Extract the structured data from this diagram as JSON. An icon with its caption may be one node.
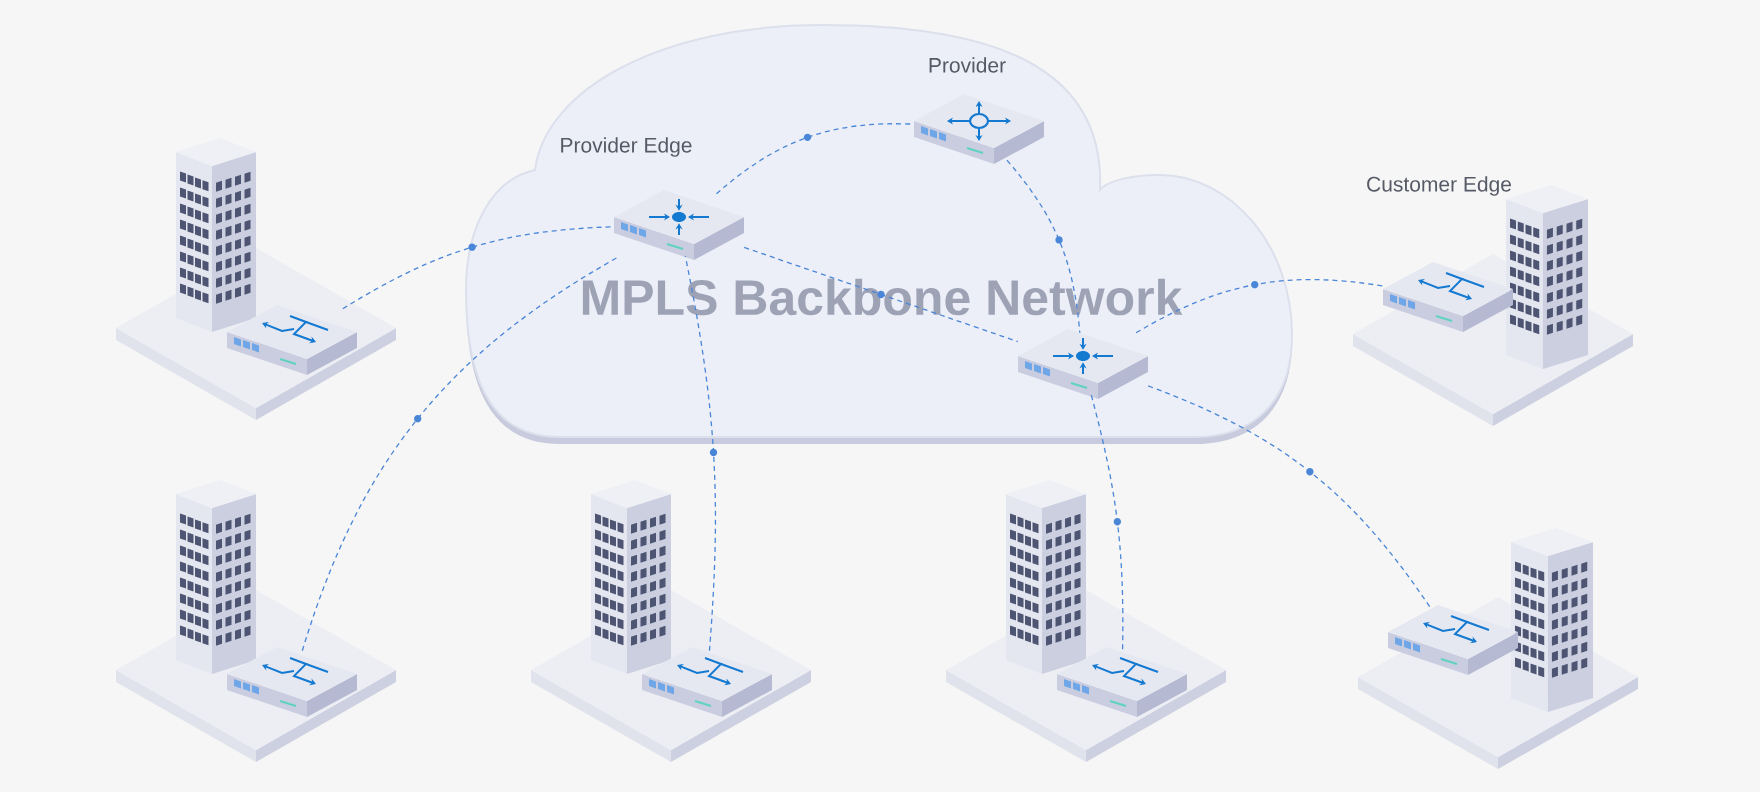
{
  "diagram": {
    "nodes": [
      {
        "text": [
          "MPLS Backbone Network"
        ]
      },
      {
        "text": [
          "Provider Edge"
        ],
        "in": 0
      },
      {
        "text": [
          "Provider"
        ],
        "in": 0
      },
      {
        "text": [],
        "shape": "picture",
        "in": 0
      },
      {
        "text": [],
        "shape": "picture"
      },
      {
        "text": [
          "Customer Edge"
        ]
      },
      {
        "text": [],
        "shape": "picture"
      },
      {
        "text": [],
        "shape": "picture"
      },
      {
        "text": [],
        "shape": "picture"
      },
      {
        "text": [],
        "shape": "picture"
      }
    ],
    "edges": [
      {
        "from": 4,
        "to": 1,
        "arrow": "none",
        "style": "dashed"
      },
      {
        "from": 6,
        "to": 1,
        "arrow": "none",
        "style": "dashed"
      },
      {
        "from": 7,
        "to": 1,
        "arrow": "none",
        "style": "dashed"
      },
      {
        "from": 1,
        "to": 2,
        "arrow": "none",
        "style": "dashed"
      },
      {
        "from": 2,
        "to": 3,
        "arrow": "none",
        "style": "dashed"
      },
      {
        "from": 1,
        "to": 3,
        "arrow": "none",
        "style": "dashed"
      },
      {
        "from": 3,
        "to": 5,
        "arrow": "none",
        "style": "dashed"
      },
      {
        "from": 3,
        "to": 8,
        "arrow": "none",
        "style": "dashed"
      },
      {
        "from": 3,
        "to": 9,
        "arrow": "none",
        "style": "dashed"
      }
    ]
  }
}
